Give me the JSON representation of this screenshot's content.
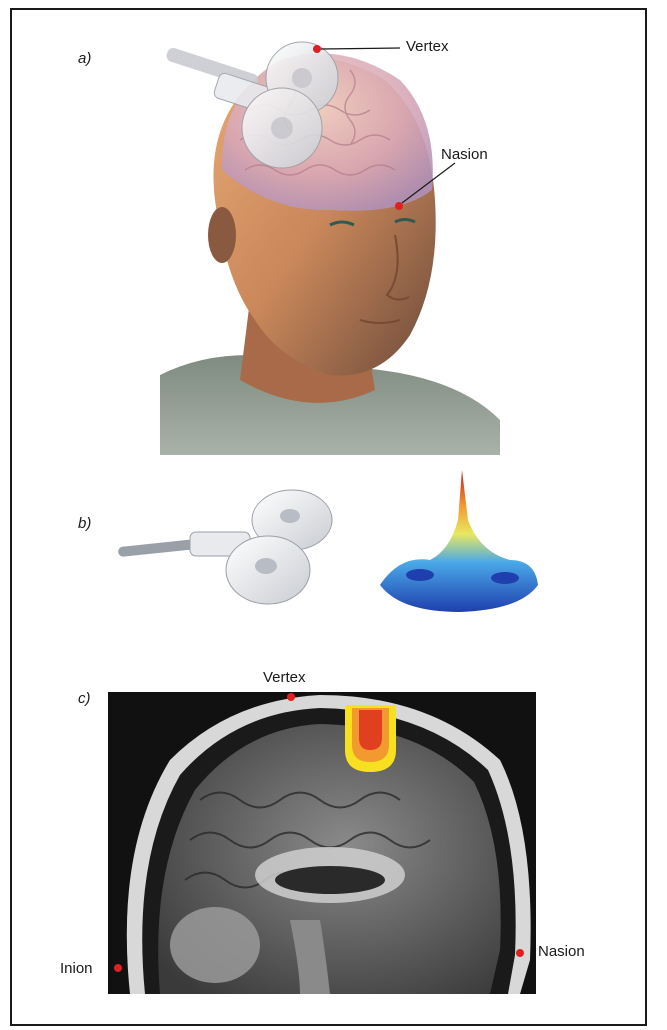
{
  "figure": {
    "panels": [
      {
        "id": "a",
        "label": "a)"
      },
      {
        "id": "b",
        "label": "b)"
      },
      {
        "id": "c",
        "label": "c)"
      }
    ],
    "panel_a": {
      "vertex_label": "Vertex",
      "nasion_label": "Nasion"
    },
    "panel_c": {
      "vertex_label": "Vertex",
      "inion_label": "Inion",
      "nasion_label": "Nasion"
    },
    "colors": {
      "marker": "#e02020",
      "hotspot_outer": "#f7e020",
      "hotspot_mid": "#f29a30",
      "hotspot_inner": "#e04020"
    }
  }
}
